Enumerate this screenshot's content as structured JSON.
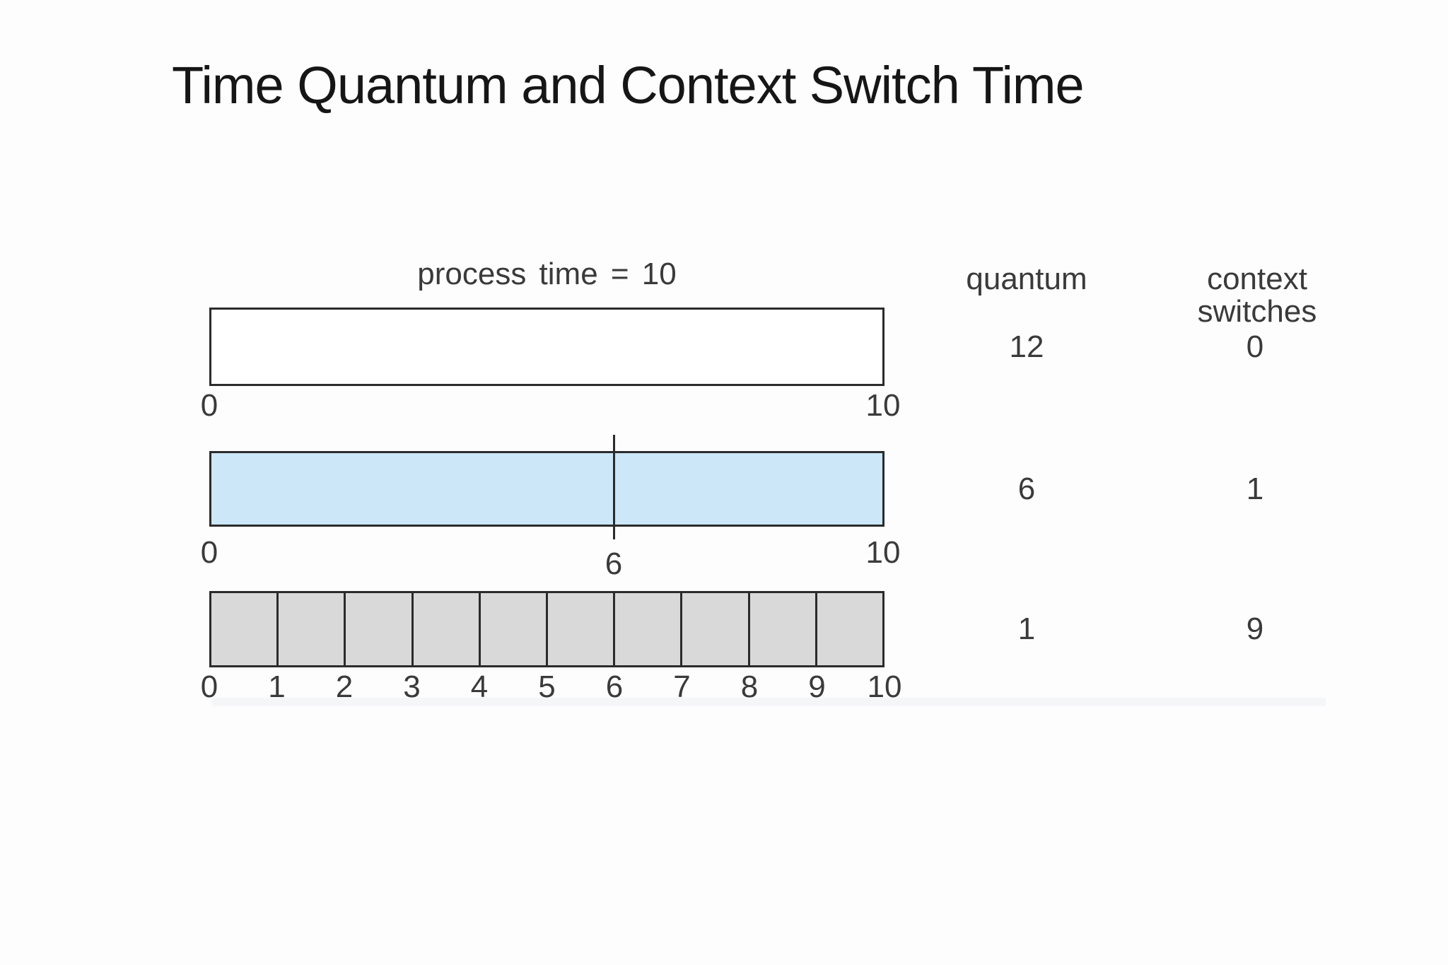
{
  "slide": {
    "title": "Time Quantum and Context Switch Time"
  },
  "diagram": {
    "caption": "process time = 10",
    "process_time": 10,
    "headers": {
      "quantum": "quantum",
      "context_line1": "context",
      "context_line2": "switches"
    },
    "rows": [
      {
        "quantum": "12",
        "context_switches": "0",
        "bar_style": "empty-white",
        "labels": {
          "start": "0",
          "end": "10"
        }
      },
      {
        "quantum": "6",
        "context_switches": "1",
        "bar_style": "blue-with-divider",
        "divider_at": 6,
        "labels": {
          "start": "0",
          "mid": "6",
          "end": "10"
        }
      },
      {
        "quantum": "1",
        "context_switches": "9",
        "bar_style": "gray-cells",
        "cell_count": 10,
        "ticks": [
          "0",
          "1",
          "2",
          "3",
          "4",
          "5",
          "6",
          "7",
          "8",
          "9",
          "10"
        ]
      }
    ],
    "colors": {
      "bar_border": "#2b2b2b",
      "bar1_fill": "#ffffff",
      "bar2_fill": "#cbe7f8",
      "bar3_fill": "#d9d9d9",
      "divider": "#2b2b2b",
      "text": "#3a3a3a",
      "title_text": "#161616"
    }
  }
}
